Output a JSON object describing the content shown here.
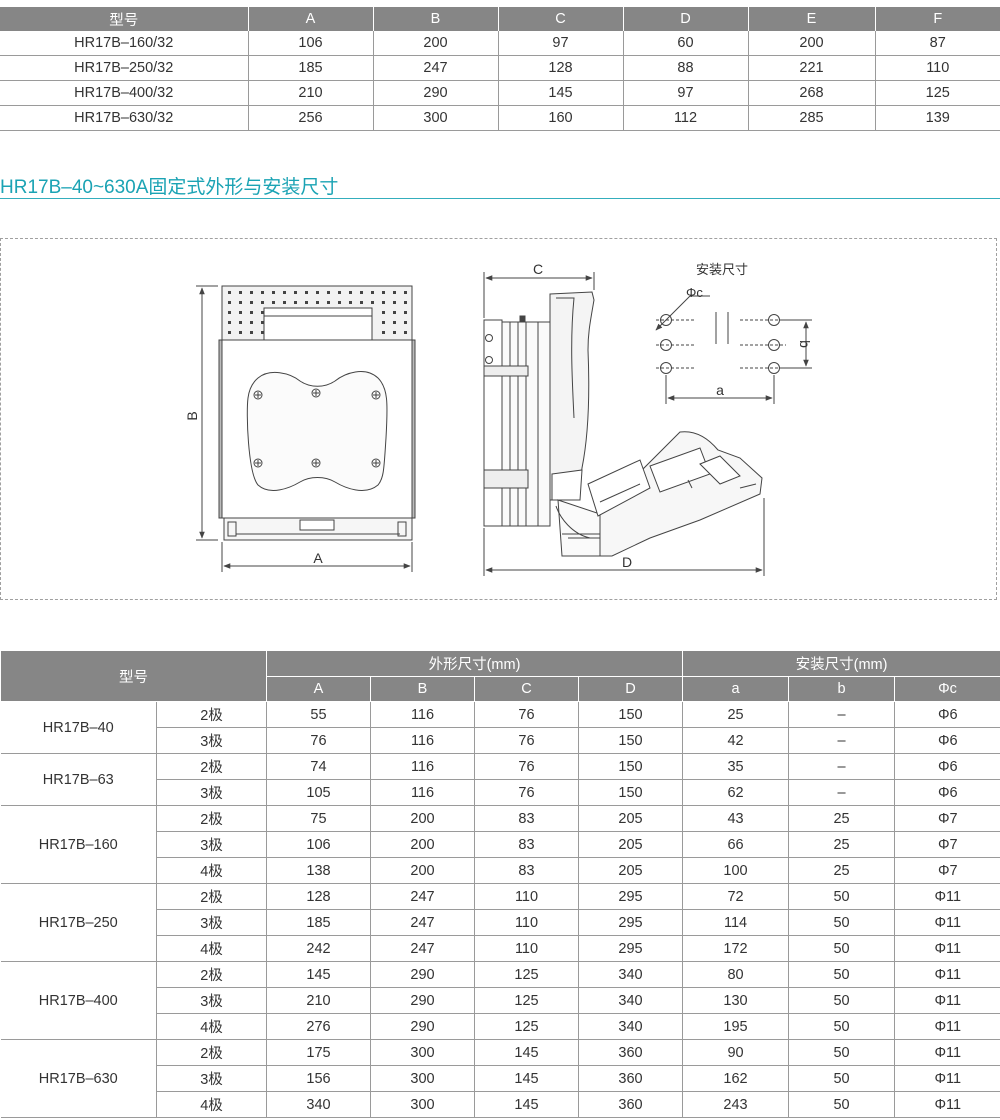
{
  "top_table": {
    "headers": [
      "型号",
      "A",
      "B",
      "C",
      "D",
      "E",
      "F"
    ],
    "rows": [
      [
        "HR17B–160/32",
        "106",
        "200",
        "97",
        "60",
        "200",
        "87"
      ],
      [
        "HR17B–250/32",
        "185",
        "247",
        "128",
        "88",
        "221",
        "110"
      ],
      [
        "HR17B–400/32",
        "210",
        "290",
        "145",
        "97",
        "268",
        "125"
      ],
      [
        "HR17B–630/32",
        "256",
        "300",
        "160",
        "112",
        "285",
        "139"
      ]
    ]
  },
  "section": {
    "title": "HR17B–40~630A固定式外形与安装尺寸"
  },
  "drawing": {
    "front_labels": {
      "height": "B",
      "width": "A"
    },
    "side_labels": {
      "depth_top": "C",
      "depth_bottom": "D"
    },
    "mount_labels": {
      "title": "安装尺寸",
      "hole": "Φc",
      "spacing_a": "a",
      "spacing_b": "b"
    }
  },
  "bottom_table": {
    "model_header": "型号",
    "outer_group": "外形尺寸(mm)",
    "mount_group": "安装尺寸(mm)",
    "sub_headers": [
      "A",
      "B",
      "C",
      "D",
      "a",
      "b",
      "Φc"
    ],
    "groups": [
      {
        "model": "HR17B–40",
        "rows": [
          {
            "pole": "2极",
            "values": [
              "55",
              "116",
              "76",
              "150",
              "25",
              "–",
              "Φ6"
            ]
          },
          {
            "pole": "3极",
            "values": [
              "76",
              "116",
              "76",
              "150",
              "42",
              "–",
              "Φ6"
            ]
          }
        ]
      },
      {
        "model": "HR17B–63",
        "rows": [
          {
            "pole": "2极",
            "values": [
              "74",
              "116",
              "76",
              "150",
              "35",
              "–",
              "Φ6"
            ]
          },
          {
            "pole": "3极",
            "values": [
              "105",
              "116",
              "76",
              "150",
              "62",
              "–",
              "Φ6"
            ]
          }
        ]
      },
      {
        "model": "HR17B–160",
        "rows": [
          {
            "pole": "2极",
            "values": [
              "75",
              "200",
              "83",
              "205",
              "43",
              "25",
              "Φ7"
            ]
          },
          {
            "pole": "3极",
            "values": [
              "106",
              "200",
              "83",
              "205",
              "66",
              "25",
              "Φ7"
            ]
          },
          {
            "pole": "4极",
            "values": [
              "138",
              "200",
              "83",
              "205",
              "100",
              "25",
              "Φ7"
            ]
          }
        ]
      },
      {
        "model": "HR17B–250",
        "rows": [
          {
            "pole": "2极",
            "values": [
              "128",
              "247",
              "110",
              "295",
              "72",
              "50",
              "Φ11"
            ]
          },
          {
            "pole": "3极",
            "values": [
              "185",
              "247",
              "110",
              "295",
              "114",
              "50",
              "Φ11"
            ]
          },
          {
            "pole": "4极",
            "values": [
              "242",
              "247",
              "110",
              "295",
              "172",
              "50",
              "Φ11"
            ]
          }
        ]
      },
      {
        "model": "HR17B–400",
        "rows": [
          {
            "pole": "2极",
            "values": [
              "145",
              "290",
              "125",
              "340",
              "80",
              "50",
              "Φ11"
            ]
          },
          {
            "pole": "3极",
            "values": [
              "210",
              "290",
              "125",
              "340",
              "130",
              "50",
              "Φ11"
            ]
          },
          {
            "pole": "4极",
            "values": [
              "276",
              "290",
              "125",
              "340",
              "195",
              "50",
              "Φ11"
            ]
          }
        ]
      },
      {
        "model": "HR17B–630",
        "rows": [
          {
            "pole": "2极",
            "values": [
              "175",
              "300",
              "145",
              "360",
              "90",
              "50",
              "Φ11"
            ]
          },
          {
            "pole": "3极",
            "values": [
              "156",
              "300",
              "145",
              "360",
              "162",
              "50",
              "Φ11"
            ]
          },
          {
            "pole": "4极",
            "values": [
              "340",
              "300",
              "145",
              "360",
              "243",
              "50",
              "Φ11"
            ]
          }
        ]
      }
    ]
  }
}
